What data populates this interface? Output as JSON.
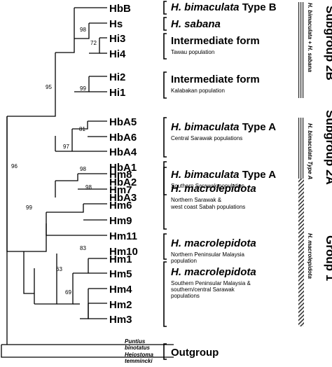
{
  "leaves": [
    {
      "id": "hbb",
      "label": "HbB"
    },
    {
      "id": "hs",
      "label": "Hs"
    },
    {
      "id": "hi3",
      "label": "Hi3"
    },
    {
      "id": "hi4",
      "label": "Hi4"
    },
    {
      "id": "hi2",
      "label": "Hi2"
    },
    {
      "id": "hi1",
      "label": "Hi1"
    },
    {
      "id": "hba5",
      "label": "HbA5"
    },
    {
      "id": "hba6",
      "label": "HbA6"
    },
    {
      "id": "hba4",
      "label": "HbA4"
    },
    {
      "id": "hba1",
      "label": "HbA1"
    },
    {
      "id": "hba2",
      "label": "HbA2"
    },
    {
      "id": "hba3",
      "label": "HbA3"
    },
    {
      "id": "hm8",
      "label": "Hm8"
    },
    {
      "id": "hm7",
      "label": "Hm7"
    },
    {
      "id": "hm6",
      "label": "Hm6"
    },
    {
      "id": "hm9",
      "label": "Hm9"
    },
    {
      "id": "hm11",
      "label": "Hm11"
    },
    {
      "id": "hm10",
      "label": "Hm10"
    },
    {
      "id": "hm1",
      "label": "Hm1"
    },
    {
      "id": "hm5",
      "label": "Hm5"
    },
    {
      "id": "hm4",
      "label": "Hm4"
    },
    {
      "id": "hm2",
      "label": "Hm2"
    },
    {
      "id": "hm3",
      "label": "Hm3"
    }
  ],
  "outgroup_taxa": [
    {
      "id": "puntius",
      "line1": "Puntius",
      "line2": "binotatus"
    },
    {
      "id": "heiostoma",
      "line1": "Heiostoma",
      "line2": "temmincki"
    }
  ],
  "bootstrap": [
    {
      "id": "b98a",
      "value": "98"
    },
    {
      "id": "b72",
      "value": "72"
    },
    {
      "id": "b99a",
      "value": "99"
    },
    {
      "id": "b95",
      "value": "95"
    },
    {
      "id": "b81",
      "value": "81"
    },
    {
      "id": "b97",
      "value": "97"
    },
    {
      "id": "b98b",
      "value": "98"
    },
    {
      "id": "b96",
      "value": "96"
    },
    {
      "id": "b98c",
      "value": "98"
    },
    {
      "id": "b99b",
      "value": "99"
    },
    {
      "id": "b83",
      "value": "83"
    },
    {
      "id": "b63",
      "value": "63"
    },
    {
      "id": "b69",
      "value": "69"
    }
  ],
  "annotations": [
    {
      "id": "hbb-type",
      "name": "H. bimaculata",
      "suffix": " Type B",
      "note": []
    },
    {
      "id": "hs-sabana",
      "name": "H. sabana",
      "suffix": "",
      "note": []
    },
    {
      "id": "int-tawau",
      "name": "",
      "suffix": "Intermediate form",
      "note": [
        "Tawau population"
      ]
    },
    {
      "id": "int-kalabakan",
      "name": "",
      "suffix": "Intermediate form",
      "note": [
        "Kalabakan population"
      ]
    },
    {
      "id": "hba-central",
      "name": "H. bimaculata",
      "suffix": " Type A",
      "note": [
        "Central Sarawak populations"
      ]
    },
    {
      "id": "hba-southern",
      "name": "H. bimaculata",
      "suffix": " Type A",
      "note": [
        "Southern Sarawak population"
      ]
    },
    {
      "id": "hm-north",
      "name": "H. macrolepidota",
      "suffix": "",
      "note": [
        "Northern Sarawak &",
        "west coast Sabah populations"
      ]
    },
    {
      "id": "hm-peninsular",
      "name": "H. macrolepidota",
      "suffix": "",
      "note": [
        "Northern Peninsular Malaysia",
        "population"
      ]
    },
    {
      "id": "hm-south",
      "name": "H. macrolepidota",
      "suffix": "",
      "note": [
        "Southern Peninsular Malaysia &",
        "southern/central Sarawak",
        "populations"
      ]
    },
    {
      "id": "outgroup",
      "name": "",
      "suffix": "Outgroup",
      "note": []
    }
  ],
  "groups": [
    {
      "id": "subgroup-2b",
      "label": "Subgroup 2B",
      "sublabel": "H. bimaculata + H. sabana"
    },
    {
      "id": "subgroup-2a",
      "label": "Subgroup 2A",
      "sublabel": "H. bimaculata Type A"
    },
    {
      "id": "group-1",
      "label": "Group 1",
      "sublabel": "H. macrolepidota"
    }
  ]
}
